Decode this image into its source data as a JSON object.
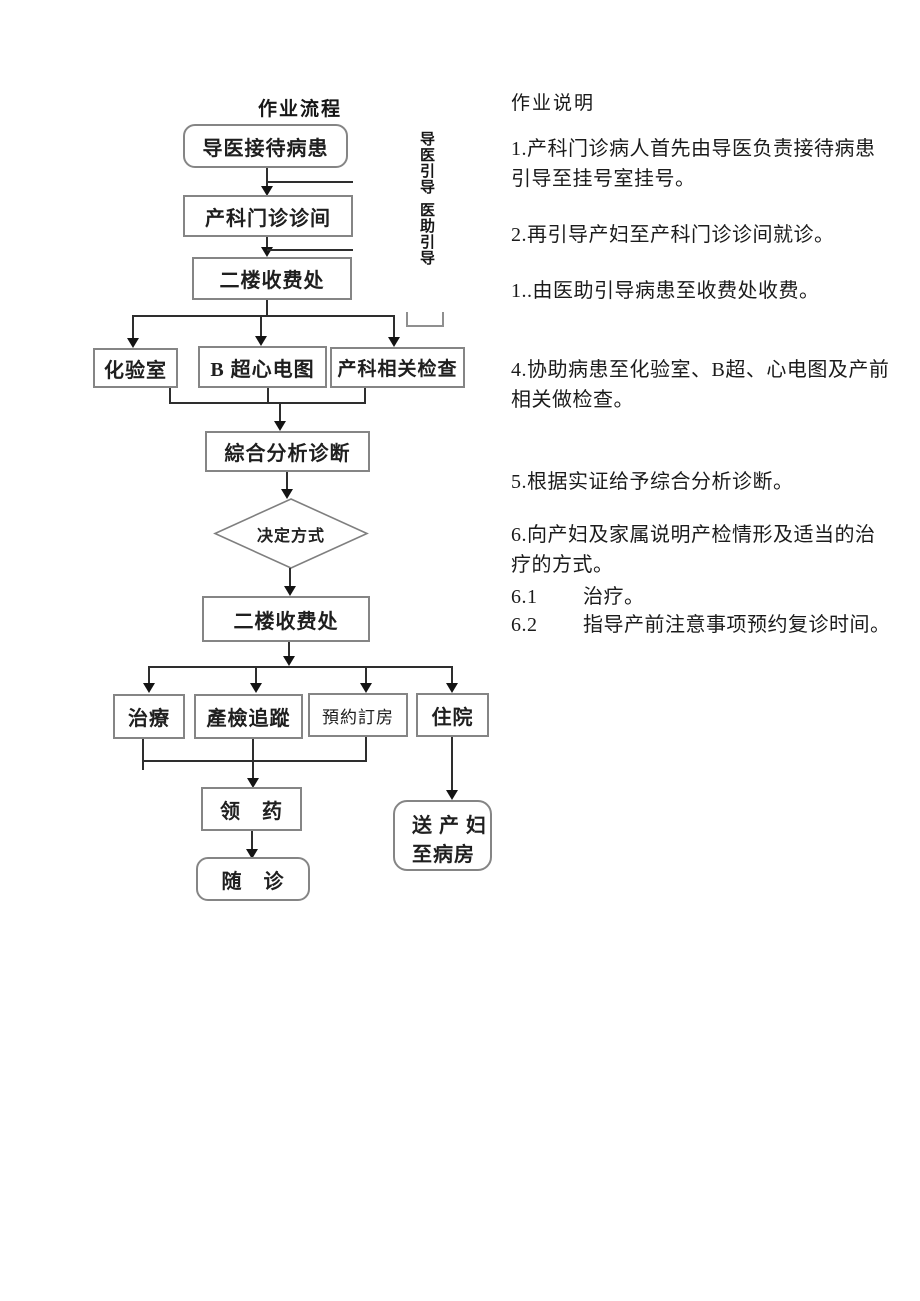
{
  "page": {
    "flow_title": "作业流程",
    "instructions_title": "作业说明"
  },
  "flowchart": {
    "nodes": {
      "guide_reception": "导医接待病患",
      "obstetric_clinic": "产科门诊诊间",
      "cashier_first": "二楼收费处",
      "lab": "化验室",
      "ultrasound_ecg": "B 超心电图",
      "obstetric_checks": "产科相关检查",
      "analysis": "綜合分析诊断",
      "decision": "决定方式",
      "cashier_second": "二楼收费处",
      "treatment": "治療",
      "prenatal_tracking": "產檢追蹤",
      "room_reservation": "預約訂房",
      "hospitalization": "住院",
      "dispense_medicine": "领　药",
      "follow_up": "随　诊",
      "escort_line1": "送 产 妇",
      "escort_line2": "至病房"
    },
    "annotations": {
      "guide_lead": "导医引导",
      "assistant_lead": "医助引导"
    }
  },
  "instructions": {
    "paragraphs": [
      {
        "lines": [
          "1.产科门诊病人首先由导医负责接待病患",
          "引导至挂号室挂号。"
        ]
      },
      {
        "lines": [
          "2.再引导产妇至产科门诊诊间就诊。"
        ]
      },
      {
        "lines": [
          "1..由医助引导病患至收费处收费。"
        ]
      },
      {
        "lines": [
          "4.协助病患至化验室、B超、心电图及产前",
          "相关做检查。"
        ]
      },
      {
        "lines": [
          "5.根据实证给予综合分析诊断。"
        ]
      },
      {
        "lines": [
          "6.向产妇及家属说明产检情形及适当的治",
          "疗的方式。"
        ]
      }
    ],
    "subitems": [
      {
        "num": "6.1",
        "text": "治疗。"
      },
      {
        "num": "6.2",
        "text": "指导产前注意事项预约复诊时间。"
      }
    ]
  }
}
